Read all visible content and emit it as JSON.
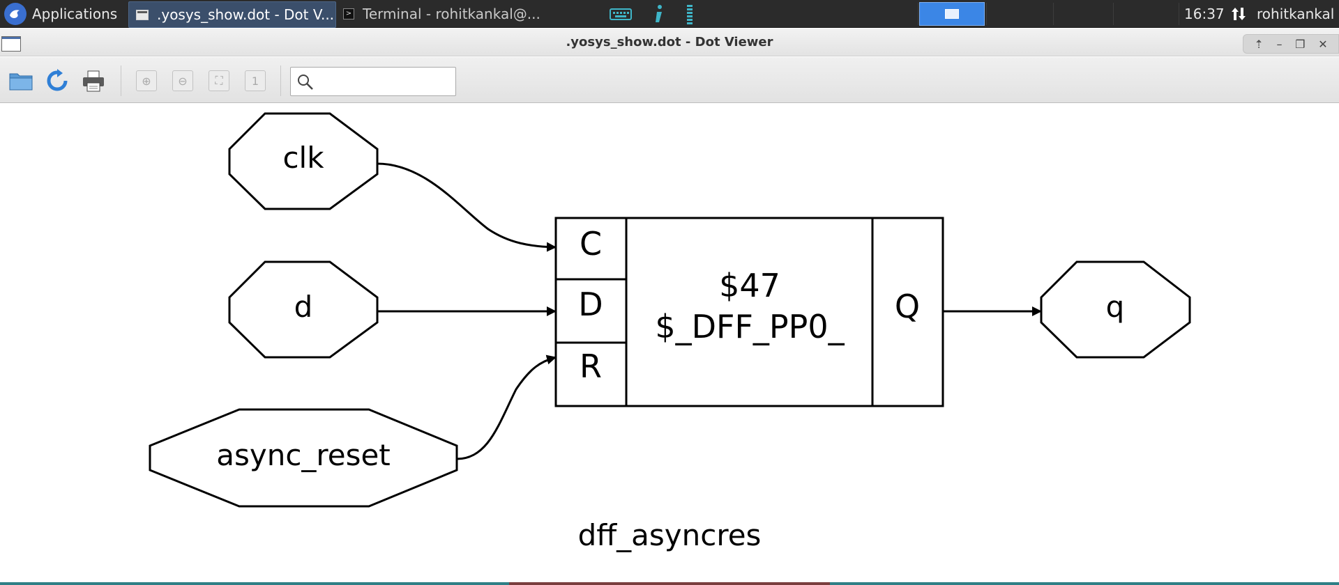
{
  "panel": {
    "applications_label": "Applications",
    "tasks": [
      {
        "label": ".yosys_show.dot - Dot V..."
      },
      {
        "label": "Terminal - rohitkankal@..."
      }
    ],
    "clock": "16:37",
    "user": "rohitkankal"
  },
  "window": {
    "title": ".yosys_show.dot - Dot Viewer"
  },
  "toolbar": {
    "buttons": [
      "open-icon",
      "reload-icon",
      "print-icon",
      "zoom-in-icon",
      "zoom-out-icon",
      "zoom-fit-icon",
      "zoom-100-icon"
    ],
    "search_value": ""
  },
  "graph": {
    "inputs": {
      "clk": "clk",
      "d": "d",
      "async_reset": "async_reset"
    },
    "output": "q",
    "cell": {
      "id": "$47",
      "type": "$_DFF_PP0_",
      "ports_in": [
        "C",
        "D",
        "R"
      ],
      "port_out": "Q"
    },
    "module_name": "dff_asyncres"
  },
  "colors": {
    "panel_bg": "#2b2b2b",
    "active_task": "#3b4f6b",
    "workspace_active": "#3b86e6"
  }
}
